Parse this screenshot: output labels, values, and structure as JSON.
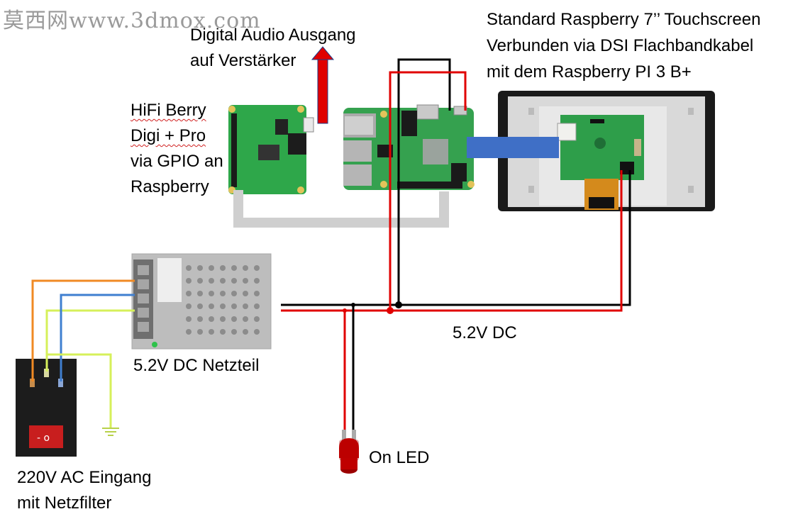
{
  "watermark": "莫西网www.3dmox.com",
  "labels": {
    "audio_line1": "Digital Audio Ausgang",
    "audio_line2": "auf Verstärker",
    "display_line1": "Standard Raspberry 7’’ Touchscreen",
    "display_line2": "Verbunden via DSI Flachbandkabel",
    "display_line3": "mit dem Raspberry PI 3 B+",
    "hifi_line1": "HiFi Berry",
    "hifi_line2": "Digi + Pro",
    "hifi_line3": "via GPIO an",
    "hifi_line4": "Raspberry",
    "dc_rail": "5.2V DC",
    "psu": "5.2V DC Netzteil",
    "led": "On LED",
    "ac_line1": "220V AC Eingang",
    "ac_line2": "mit Netzfilter"
  },
  "colors": {
    "wire_red": "#e00000",
    "wire_black": "#000000",
    "wire_orange": "#f08a24",
    "wire_blue": "#3f7fd0",
    "wire_yellowgreen": "#d6f05a",
    "pcb_green": "#2e9e4a",
    "ribbon_blue": "#3f6fc6",
    "gpio_cable_grey": "#cfcfcf"
  },
  "icons": [
    "raspberry-pi-board",
    "hifiberry-board",
    "touchscreen-display",
    "power-supply",
    "ac-switch",
    "led",
    "ground-symbol",
    "output-arrow"
  ]
}
